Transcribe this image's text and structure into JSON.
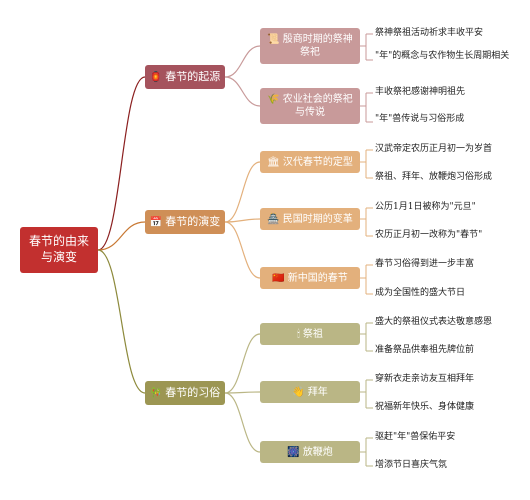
{
  "colors": {
    "root": "#c2302f",
    "origin_branch": "#a5535d",
    "origin_sub": "#c89a9a",
    "origin_line": "#8b1f1f",
    "evolve_branch": "#cf8f57",
    "evolve_sub": "#e3b07c",
    "evolve_line": "#c87833",
    "custom_branch": "#9c9653",
    "custom_sub": "#bab685",
    "custom_line": "#8d8a3c"
  },
  "root": {
    "label": "春节的由来与演变"
  },
  "branches": [
    {
      "label": "春节的起源",
      "icon": "🏮",
      "subs": [
        {
          "label": "殷商时期的祭神祭祀",
          "icon": "📜",
          "leaves": [
            "祭神祭祖活动祈求丰收平安",
            "\"年\"的概念与农作物生长周期相关"
          ]
        },
        {
          "label": "农业社会的祭祀与传说",
          "icon": "🌾",
          "leaves": [
            "丰收祭祀感谢神明祖先",
            "\"年\"兽传说与习俗形成"
          ]
        }
      ]
    },
    {
      "label": "春节的演变",
      "icon": "📅",
      "subs": [
        {
          "label": "汉代春节的定型",
          "icon": "🏛",
          "leaves": [
            "汉武帝定农历正月初一为岁首",
            "祭祖、拜年、放鞭炮习俗形成"
          ]
        },
        {
          "label": "民国时期的变革",
          "icon": "🏯",
          "leaves": [
            "公历1月1日被称为\"元旦\"",
            "农历正月初一改称为\"春节\""
          ]
        },
        {
          "label": "新中国的春节",
          "icon": "🇨🇳",
          "leaves": [
            "春节习俗得到进一步丰富",
            "成为全国性的盛大节日"
          ]
        }
      ]
    },
    {
      "label": "春节的习俗",
      "icon": "🎋",
      "subs": [
        {
          "label": "祭祖",
          "icon": "🕯",
          "leaves": [
            "盛大的祭祖仪式表达敬意感恩",
            "准备祭品供奉祖先牌位前"
          ]
        },
        {
          "label": "拜年",
          "icon": "👋",
          "leaves": [
            "穿新衣走亲访友互相拜年",
            "祝福新年快乐、身体健康"
          ]
        },
        {
          "label": "放鞭炮",
          "icon": "🎆",
          "leaves": [
            "驱赶\"年\"兽保佑平安",
            "增添节日喜庆气氛"
          ]
        }
      ]
    }
  ]
}
